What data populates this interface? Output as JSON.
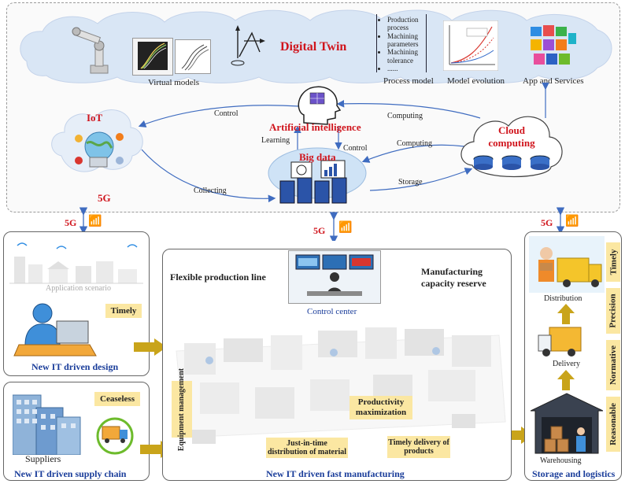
{
  "digital_twin": {
    "title": "Digital Twin",
    "virtual_models": "Virtual models",
    "process_model": "Process model",
    "process_items": [
      "Production process",
      "Machining parameters",
      "Machining tolerance",
      "......"
    ],
    "model_evolution": "Model evolution",
    "app_services": "App and Services"
  },
  "core": {
    "iot": "IoT",
    "fiveg": "5G",
    "ai": "Artificial intelligence",
    "big_data": "Big data",
    "cloud": "Cloud computing",
    "edges": {
      "control_left": "Control",
      "learning": "Learning",
      "control_mid": "Control",
      "computing_top": "Computing",
      "computing_mid": "Computing",
      "storage": "Storage",
      "collecting": "Collecting"
    }
  },
  "links": {
    "left_5g": "5G",
    "mid_5g": "5G",
    "right_5g": "5G"
  },
  "design": {
    "caption": "Application scenario",
    "tag": "Timely",
    "title": "New IT driven design"
  },
  "supply": {
    "tag": "Ceaseless",
    "caption": "Suppliers",
    "title": "New IT driven supply chain"
  },
  "manufacturing": {
    "flexible": "Flexible production line",
    "capacity": "Manufacturing capacity reserve",
    "control_center": "Control center",
    "equipment": "Equipment management",
    "productivity": "Productivity maximization",
    "jit": "Just-in-time distribution of material",
    "timely_delivery": "Timely delivery of products",
    "title": "New IT driven fast manufacturing"
  },
  "logistics": {
    "distribution": "Distribution",
    "delivery": "Delivery",
    "warehousing": "Warehousing",
    "title": "Storage and logistics",
    "tags": [
      "Timely",
      "Precision",
      "Normative",
      "Reasonable"
    ]
  },
  "colors": {
    "red": "#d0141c",
    "blue": "#1a3d9a",
    "tag": "#fbe7a2",
    "arrow": "#c9a41a",
    "link": "#3f6cc0"
  }
}
